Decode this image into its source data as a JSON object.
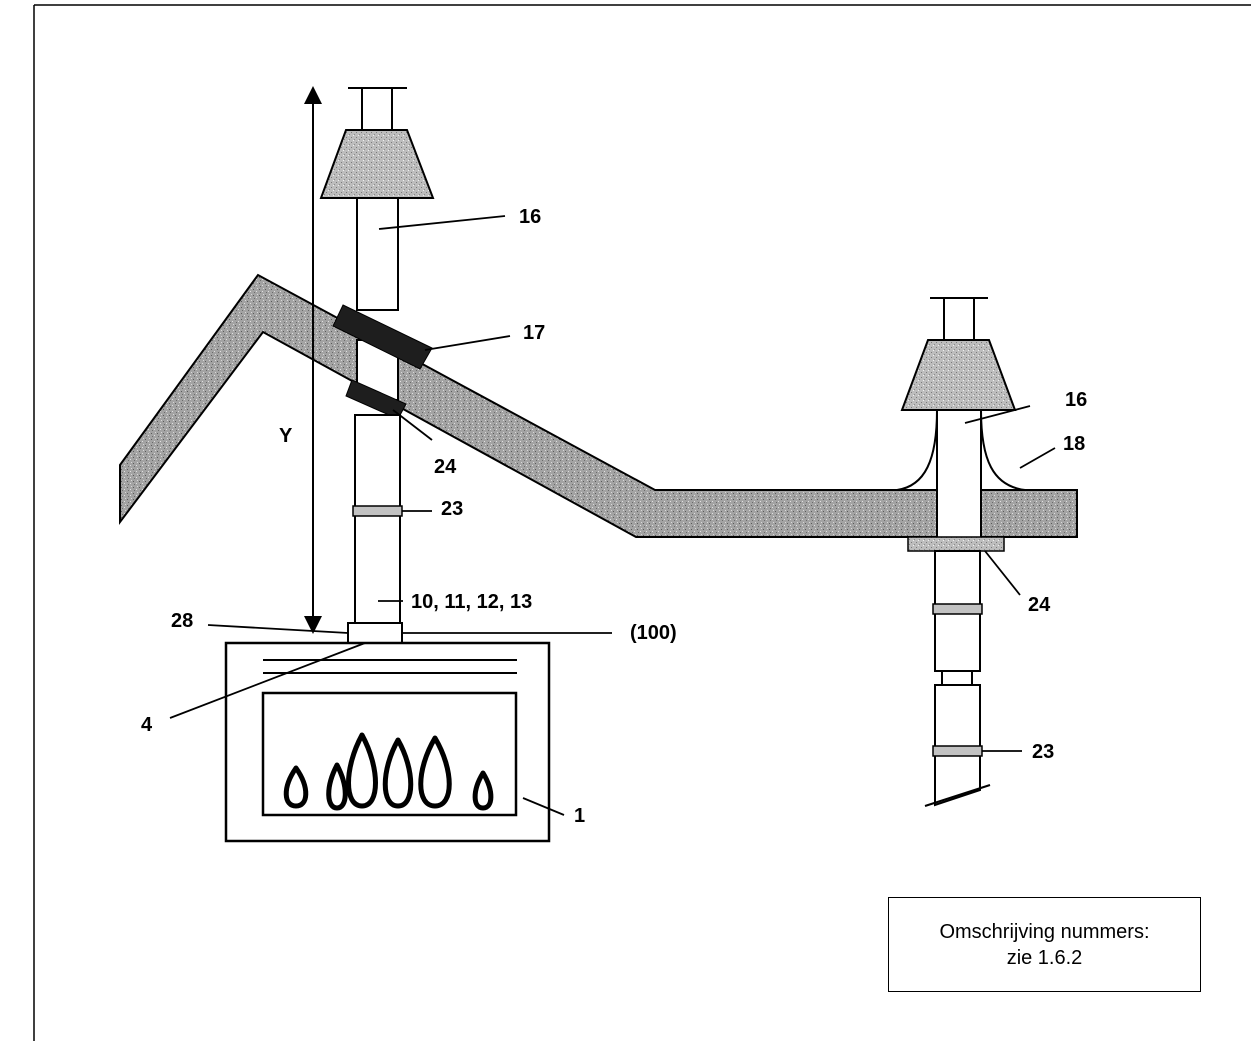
{
  "labels": {
    "l16_left": "16",
    "l17": "17",
    "lY": "Y",
    "l24_left": "24",
    "l23_left": "23",
    "l10_13": "10, 11, 12, 13",
    "l28": "28",
    "l100": "(100)",
    "l4": "4",
    "l1": "1",
    "l16_right": "16",
    "l18": "18",
    "l24_right": "24",
    "l23_right": "23"
  },
  "note": {
    "line1": "Omschrijving nummers:",
    "line2": "zie 1.6.2"
  },
  "colors": {
    "roof": "#9a9a9a",
    "cap": "#b5b5b5",
    "collar": "#1e1e1e",
    "ring": "#c2c2c2",
    "outline": "#000000"
  }
}
